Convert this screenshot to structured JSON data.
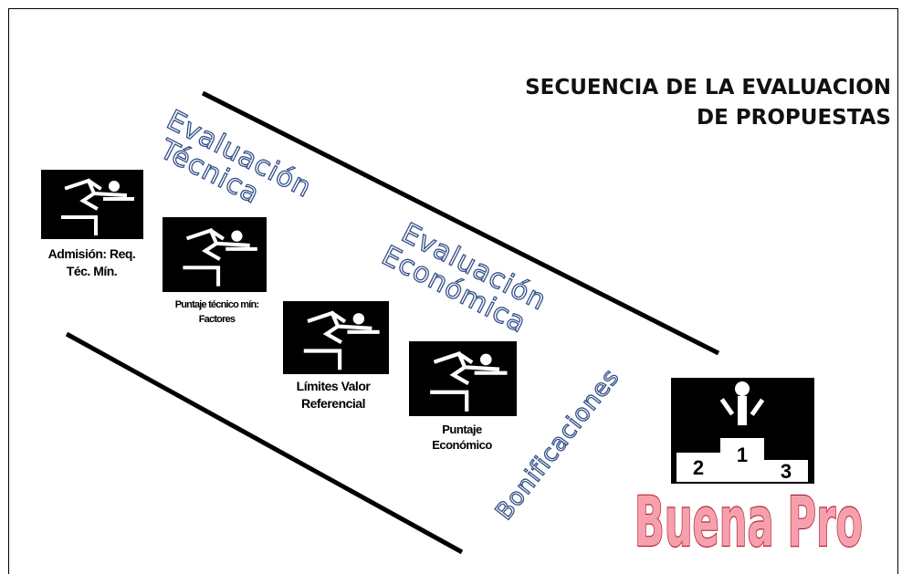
{
  "title": {
    "line1": "SECUENCIA DE LA EVALUACION",
    "line2": "DE PROPUESTAS"
  },
  "stages": [
    {
      "icon": "hurdler-icon",
      "line1": "Admisión: Req.",
      "line2": "Téc. Mín."
    },
    {
      "icon": "hurdler-icon",
      "line1": "Puntaje técnico mín:",
      "line2": "Factores"
    },
    {
      "icon": "hurdler-icon",
      "line1": "Límites Valor",
      "line2": "Referencial"
    },
    {
      "icon": "hurdler-icon",
      "line1": "Puntaje",
      "line2": "Económico"
    }
  ],
  "phases": {
    "tecnica": {
      "line1": "Evaluación",
      "line2": "Técnica"
    },
    "economica": {
      "line1": "Evaluación",
      "line2": "Económica"
    },
    "bonificaciones": "Bonificaciones"
  },
  "podium": {
    "icon": "podium-icon",
    "places": [
      "2",
      "1",
      "3"
    ]
  },
  "result": "Buena Pro",
  "colors": {
    "wordart_outline": "#34508a",
    "buena_pro_fill": "#f6a0ad",
    "buena_pro_outline": "#b0182a"
  }
}
